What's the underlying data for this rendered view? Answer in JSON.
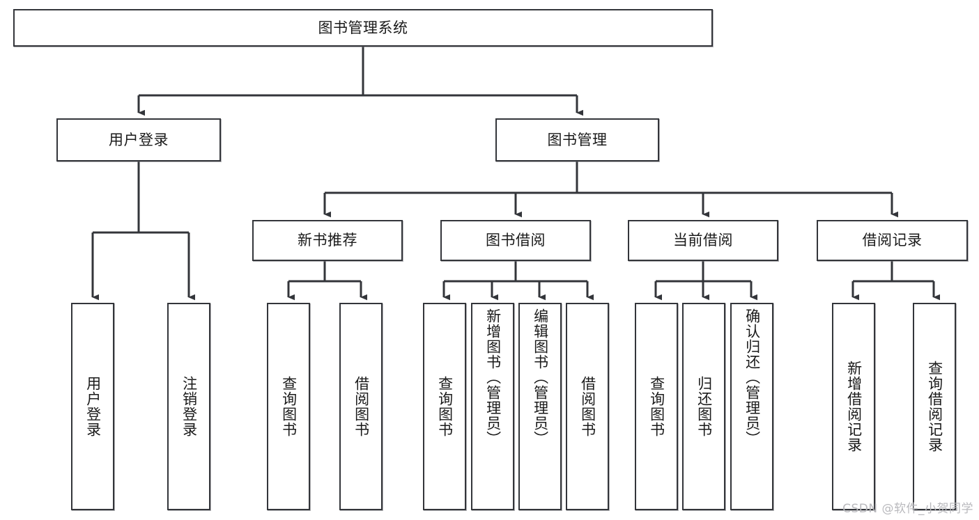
{
  "diagram": {
    "title": "图书管理系统",
    "type": "tree-hierarchy",
    "root": {
      "id": "root",
      "label": "图书管理系统"
    },
    "level2": [
      {
        "id": "user-login",
        "label": "用户登录"
      },
      {
        "id": "book-manage",
        "label": "图书管理"
      }
    ],
    "level3": [
      {
        "id": "new-book-recommend",
        "label": "新书推荐",
        "parent": "book-manage"
      },
      {
        "id": "book-borrow",
        "label": "图书借阅",
        "parent": "book-manage"
      },
      {
        "id": "current-borrow",
        "label": "当前借阅",
        "parent": "book-manage"
      },
      {
        "id": "borrow-record",
        "label": "借阅记录",
        "parent": "book-manage"
      }
    ],
    "leaves": {
      "user_login": [
        {
          "id": "leaf-user-login",
          "label": "用户登录"
        },
        {
          "id": "leaf-user-logout",
          "label": "注销登录"
        }
      ],
      "new_book_recommend": [
        {
          "id": "leaf-query-book-1",
          "label": "查询图书"
        },
        {
          "id": "leaf-borrow-book-1",
          "label": "借阅图书"
        }
      ],
      "book_borrow": [
        {
          "id": "leaf-query-book-2",
          "label": "查询图书"
        },
        {
          "id": "leaf-add-book",
          "label": "新增图书（管理员）"
        },
        {
          "id": "leaf-edit-book",
          "label": "编辑图书（管理员）"
        },
        {
          "id": "leaf-borrow-book-2",
          "label": "借阅图书"
        }
      ],
      "current_borrow": [
        {
          "id": "leaf-query-book-3",
          "label": "查询图书"
        },
        {
          "id": "leaf-return-book",
          "label": "归还图书"
        },
        {
          "id": "leaf-confirm-return",
          "label": "确认归还（管理员）"
        }
      ],
      "borrow_record": [
        {
          "id": "leaf-add-record",
          "label": "新增借阅记录"
        },
        {
          "id": "leaf-query-record",
          "label": "查询借阅记录"
        }
      ]
    }
  },
  "watermark": {
    "text": "CSDN @软件_小贺同学"
  },
  "colors": {
    "border": "#33353a",
    "background": "#ffffff",
    "text": "#1a1a1a",
    "edge": "#33353a",
    "watermark": "#b9b9bd"
  }
}
